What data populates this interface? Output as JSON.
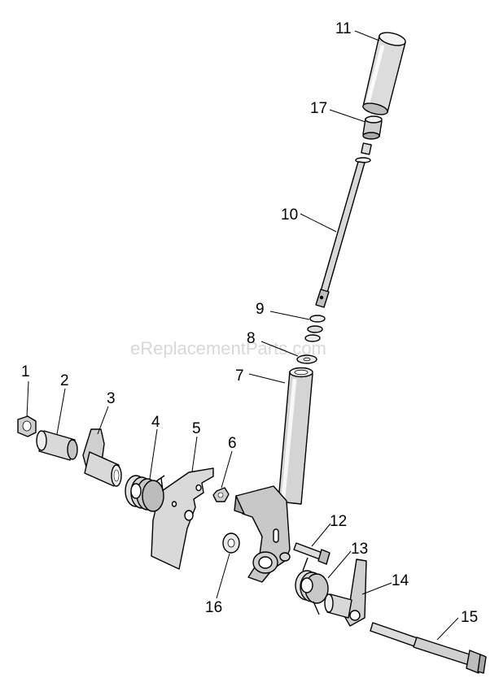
{
  "watermark": "eReplacementParts.com",
  "callouts": [
    {
      "id": "c1",
      "text": "1"
    },
    {
      "id": "c2",
      "text": "2"
    },
    {
      "id": "c3",
      "text": "3"
    },
    {
      "id": "c4",
      "text": "4"
    },
    {
      "id": "c5",
      "text": "5"
    },
    {
      "id": "c6",
      "text": "6"
    },
    {
      "id": "c7",
      "text": "7"
    },
    {
      "id": "c8",
      "text": "8"
    },
    {
      "id": "c9",
      "text": "9"
    },
    {
      "id": "c10",
      "text": "10"
    },
    {
      "id": "c11",
      "text": "11"
    },
    {
      "id": "c12",
      "text": "12"
    },
    {
      "id": "c13",
      "text": "13"
    },
    {
      "id": "c14",
      "text": "14"
    },
    {
      "id": "c15",
      "text": "15"
    },
    {
      "id": "c16",
      "text": "16"
    },
    {
      "id": "c17",
      "text": "17"
    }
  ]
}
